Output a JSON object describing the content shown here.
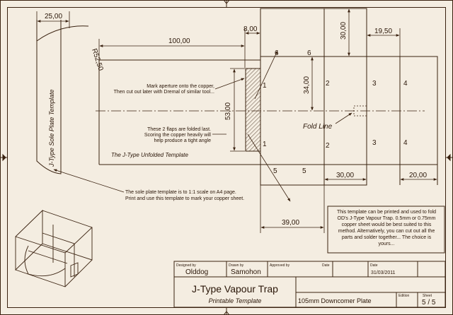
{
  "dimensions": {
    "d_25": "25,00",
    "d_100": "100,00",
    "d_8": "8,00",
    "d_30_top": "30,00",
    "d_19_5": "19,50",
    "d_r52_5": "R52,50",
    "d_34": "34,00",
    "d_53": "53,00",
    "d_30_bottom": "30,00",
    "d_20": "20,00",
    "d_39": "39,00"
  },
  "panel_numbers": {
    "n6a": "6",
    "n6b": "6",
    "n1a": "1",
    "n1b": "1",
    "n2a": "2",
    "n2b": "2",
    "n3a": "3",
    "n3b": "3",
    "n4a": "4",
    "n4b": "4",
    "n5a": "5",
    "n5b": "5"
  },
  "labels": {
    "fold_line": "Fold Line",
    "unfolded_template": "The J-Type Unfolded Template",
    "sole_plate_template": "J-Type Sole Plate Template"
  },
  "notes": {
    "aperture": [
      "Mark aperture onto the copper,",
      "Then cut out later with Dremal of similar tool..."
    ],
    "flaps": [
      "These 2 flaps are folded last.",
      "Scoring the copper heavily will",
      "help produce a tight angle"
    ],
    "sole": [
      "The sole plate template is to 1:1 scale on A4 page.",
      "Print and use this template to mark your copper sheet."
    ],
    "info": [
      "This template can be printed and used to fold",
      "OD's J-Type Vapour Trap.  0.5mm or 0.75mm",
      "copper sheet would be best suited to this",
      "method.  Alternatively, you can cut out all the",
      "parts and solder together...  The choice is",
      "yours..."
    ]
  },
  "title_block": {
    "designed_by_label": "Designed by",
    "designed_by": "Olddog",
    "drawn_by_label": "Drawn by",
    "drawn_by": "Samohon",
    "approved_by_label": "Approved by",
    "date_label_1": "Date",
    "date_label_2": "Date",
    "date": "31/03/2011",
    "title": "J-Type Vapour Trap",
    "subtitle": "Printable Template",
    "part": "105mm Downcomer Plate",
    "edition_label": "Edition",
    "sheet_label": "Sheet",
    "sheet": "5 / 5"
  },
  "colors": {
    "ink": "#3a2210",
    "paper": "#f4ede1",
    "arrow": "#7a4a2a"
  }
}
